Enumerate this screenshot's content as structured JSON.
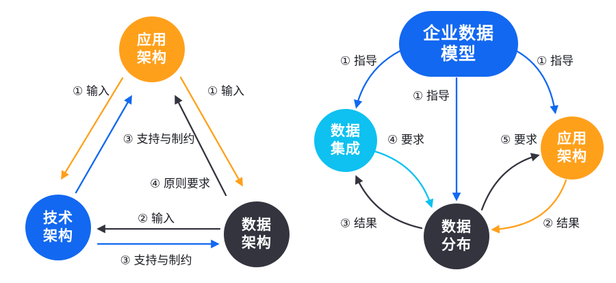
{
  "colors": {
    "orange": "#FFA01B",
    "blue": "#1268F0",
    "cyan": "#0EC1F0",
    "dark": "#33343E",
    "label_text": "#1B1C24",
    "node_text": "#FFFFFF"
  },
  "left_diagram": {
    "nodes": {
      "app": {
        "line1": "应用",
        "line2": "架构"
      },
      "tech": {
        "line1": "技术",
        "line2": "架构"
      },
      "data": {
        "line1": "数据",
        "line2": "架构"
      }
    },
    "labels": {
      "input_left": "① 输入",
      "support_mid": "③ 支持与制约",
      "input_right": "① 输入",
      "principle_requirement": "④ 原则要求",
      "input_bottom": "② 输入",
      "support_bottom": "③ 支持与制约"
    }
  },
  "right_diagram": {
    "nodes": {
      "model": {
        "line1": "企业数据",
        "line2": "模型"
      },
      "integration": {
        "line1": "数据",
        "line2": "集成"
      },
      "app": {
        "line1": "应用",
        "line2": "架构"
      },
      "distribution": {
        "line1": "数据",
        "line2": "分布"
      }
    },
    "labels": {
      "guide_left": "① 指导",
      "guide_mid": "① 指导",
      "guide_right": "① 指导",
      "require_left": "④ 要求",
      "require_right": "⑤ 要求",
      "result_left": "③ 结果",
      "result_right": "② 结果"
    }
  }
}
